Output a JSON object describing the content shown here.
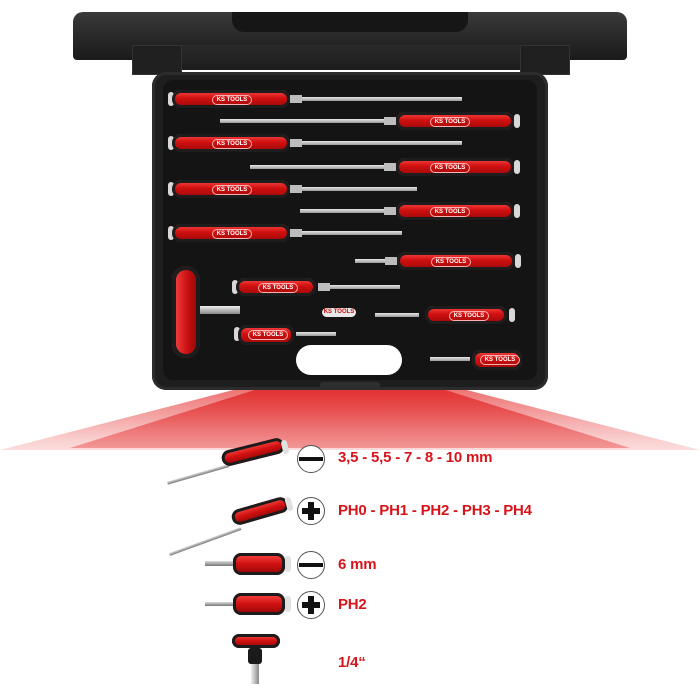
{
  "brand": {
    "logo_text": "KS TOOLS",
    "accent_color": "#d8141b",
    "case_color": "#1e1e1e"
  },
  "case": {
    "tray_logo": "KS TOOLS",
    "screwdrivers_in_case": 13
  },
  "legend": {
    "rows": [
      {
        "tool": "long-screwdriver-slotted",
        "tip_icon": "slotted-tip-icon",
        "label": "3,5 - 5,5 - 7 - 8 - 10 mm"
      },
      {
        "tool": "long-screwdriver-phillips",
        "tip_icon": "phillips-tip-icon",
        "label": "PH0 - PH1 - PH2 - PH3 - PH4"
      },
      {
        "tool": "stubby-screwdriver-slotted",
        "tip_icon": "slotted-tip-icon",
        "label": "6 mm"
      },
      {
        "tool": "stubby-screwdriver-phillips",
        "tip_icon": "phillips-tip-icon",
        "label": "PH2"
      },
      {
        "tool": "t-handle-bit-driver",
        "tip_icon": "",
        "label": "1/4“"
      }
    ]
  }
}
